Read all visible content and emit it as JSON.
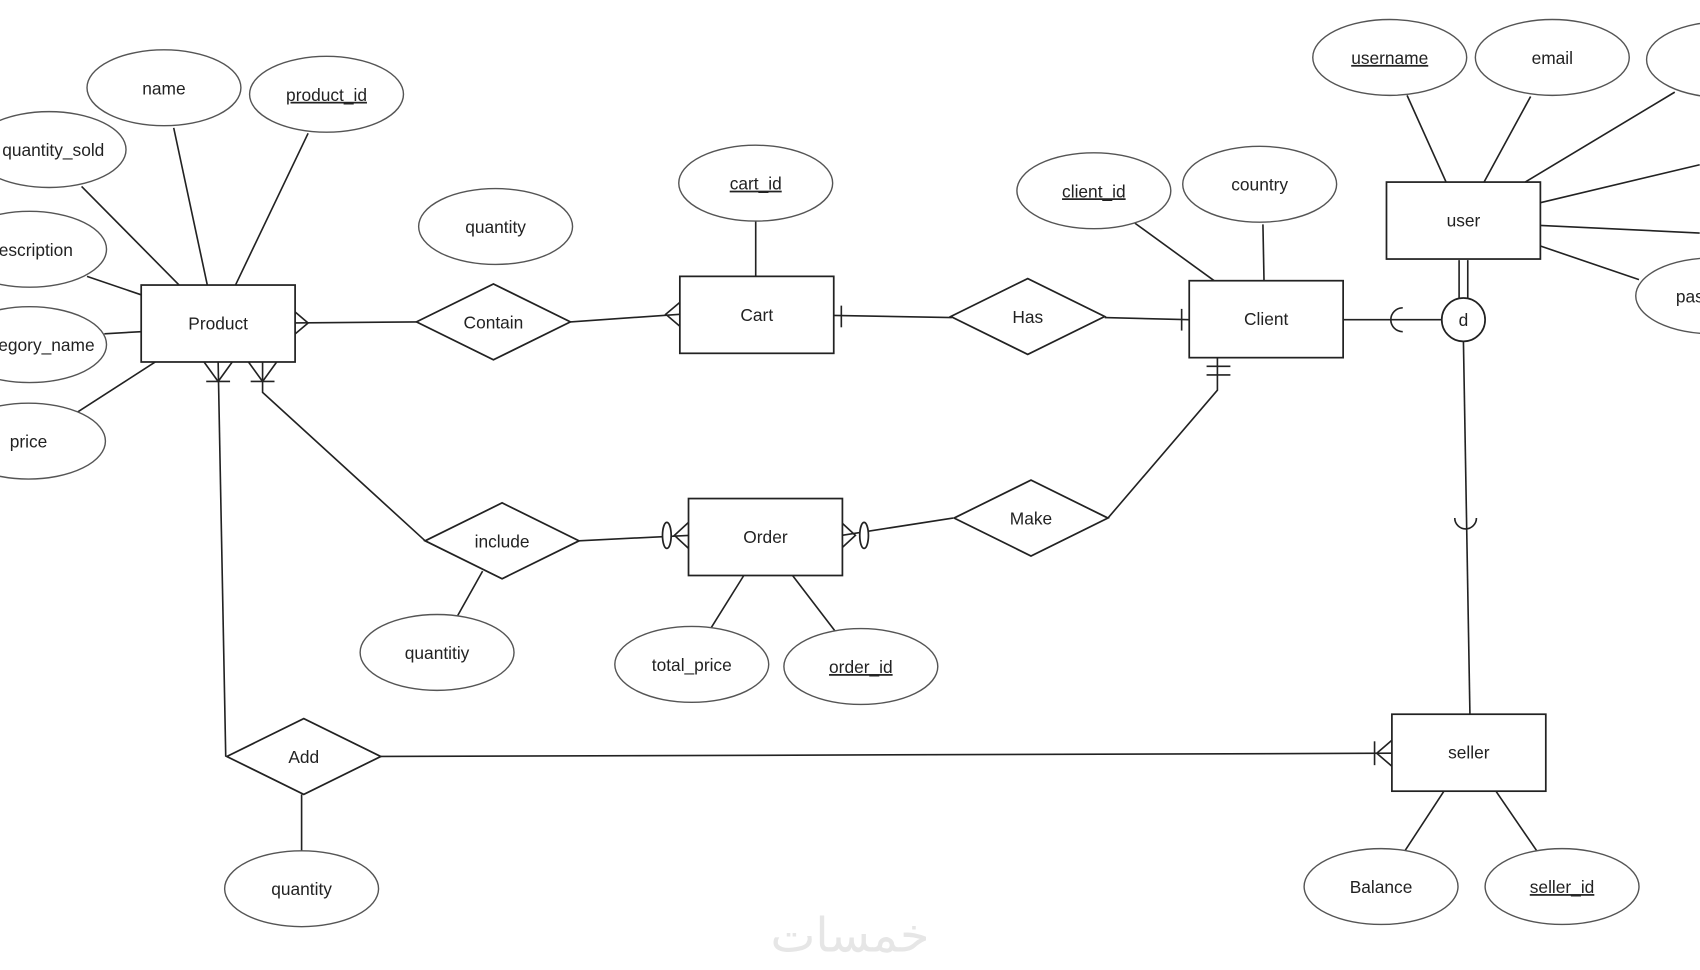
{
  "diagram": {
    "entities": {
      "product": "Product",
      "cart": "Cart",
      "client": "Client",
      "user": "user",
      "order": "Order",
      "seller": "seller"
    },
    "relationships": {
      "contain": "Contain",
      "has": "Has",
      "include": "include",
      "make": "Make",
      "add": "Add"
    },
    "attributes": {
      "name": "name",
      "product_id": "product_id",
      "quantity_sold": "quantity_sold",
      "description": "description",
      "category_name": "category_name",
      "price": "price",
      "contain_quantity": "quantity",
      "cart_id": "cart_id",
      "client_id": "client_id",
      "country": "country",
      "username": "username",
      "email": "email",
      "password": "password",
      "include_quantity": "quantitiy",
      "total_price": "total_price",
      "order_id": "order_id",
      "add_quantity": "quantity",
      "balance": "Balance",
      "seller_id": "seller_id"
    },
    "disjoint_symbol": "d"
  },
  "watermark": "خمسات"
}
